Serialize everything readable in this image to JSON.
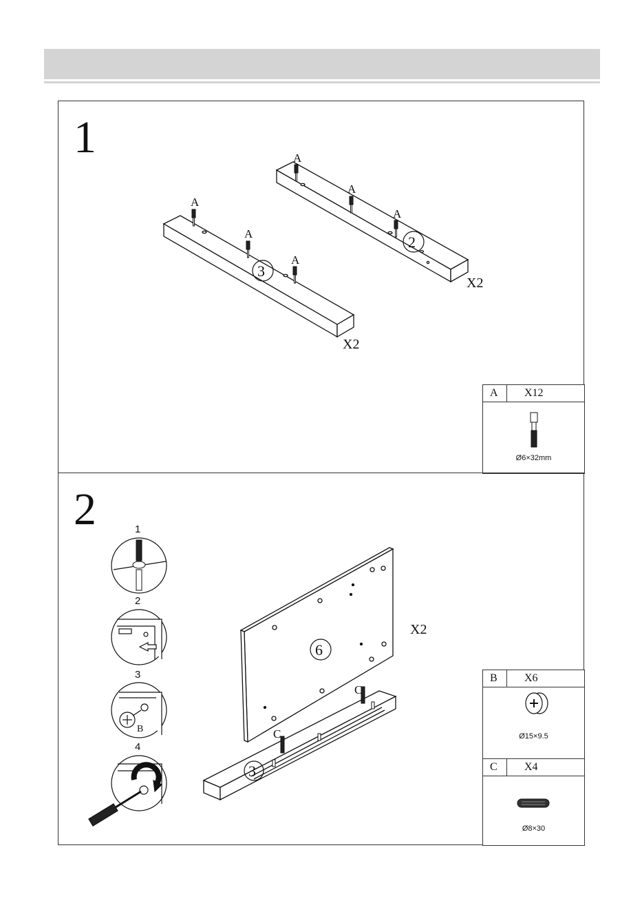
{
  "steps": [
    {
      "number": "1",
      "rail_labels": [
        "A",
        "A",
        "A",
        "A",
        "A",
        "A"
      ],
      "part_left": "3",
      "part_right": "2",
      "qty_left": "X2",
      "qty_right": "X2",
      "hardware": {
        "letter": "A",
        "qty": "X12",
        "spec": "Ø6×32mm",
        "icon": "cam-bolt-icon"
      }
    },
    {
      "number": "2",
      "sub_steps": [
        "1",
        "2",
        "3",
        "4"
      ],
      "sub_step_b_label": "B",
      "panel_part": "6",
      "rail_part": "3",
      "panel_qty": "X2",
      "dowel_labels": [
        "C",
        "C"
      ],
      "hardware": [
        {
          "letter": "B",
          "qty": "X6",
          "spec": "Ø15×9.5",
          "icon": "cam-lock-icon"
        },
        {
          "letter": "C",
          "qty": "X4",
          "spec": "Ø8×30",
          "icon": "wood-dowel-icon"
        }
      ]
    }
  ]
}
